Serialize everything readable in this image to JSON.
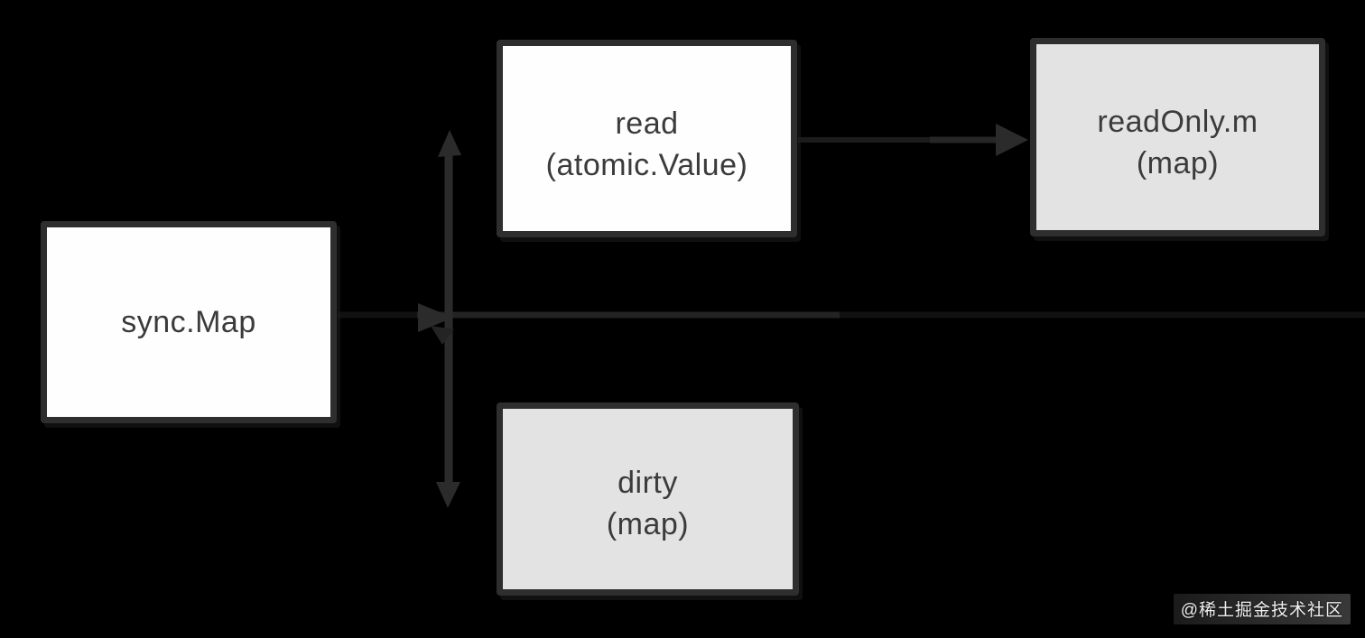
{
  "diagram": {
    "title_hint": "sync.Map internal structure",
    "background": "#000000",
    "colors": {
      "node_border": "#2e2e2e",
      "node_fill_white": "#fefefe",
      "node_fill_gray": "#e3e3e3",
      "node_text": "#3b3b3b",
      "connector": "#2b2b2b",
      "connector_faint": "#141414",
      "watermark_text": "#efefef"
    },
    "nodes": {
      "sync_map": {
        "line1": "sync.Map"
      },
      "read": {
        "line1": "read",
        "line2": "(atomic.Value)"
      },
      "read_only_m": {
        "line1": "readOnly.m",
        "line2": "(map)"
      },
      "dirty": {
        "line1": "dirty",
        "line2": "(map)"
      }
    },
    "connectors": {
      "branch": "double-headed vertical branch from sync.Map splitting to read (up) and dirty (down)",
      "read_to_read_only": "arrow from read box to readOnly.m box"
    },
    "watermark": {
      "text": "@稀土掘金技术社区"
    }
  }
}
